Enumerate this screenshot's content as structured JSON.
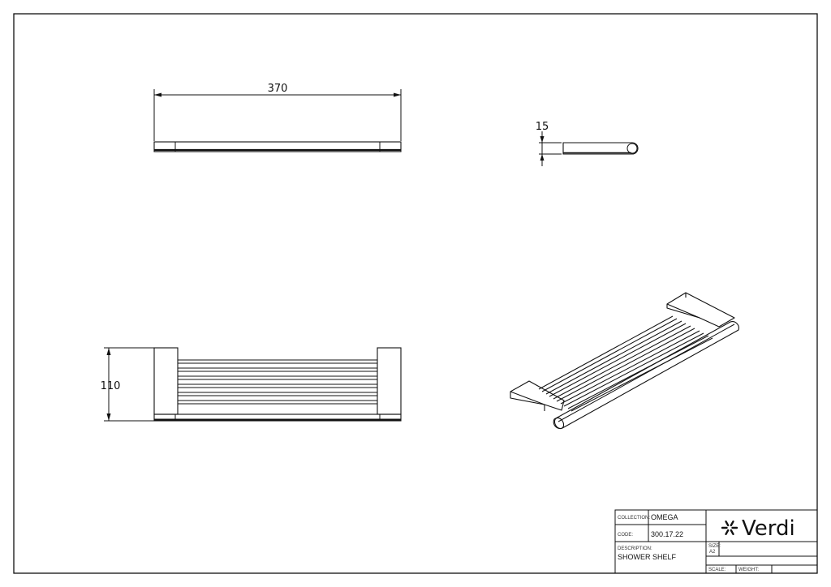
{
  "views": {
    "top": {
      "dimension_label": "370"
    },
    "side": {
      "dimension_label": "15"
    },
    "front": {
      "dimension_label": "110"
    },
    "isometric": {}
  },
  "title_block": {
    "collection_label": "COLLECTION:",
    "collection_value": "OMEGA",
    "code_label": "CODE:",
    "code_value": "300.17.22",
    "description_label": "DESCRIPTION:",
    "description_value": "SHOWER SHELF",
    "size_label": "SIZE:",
    "size_value": "A2",
    "scale_label": "SCALE:",
    "weight_label": "WEIGHT:",
    "logo_text": "Verdi",
    "logo_icon": "asterisk-logo-icon"
  }
}
